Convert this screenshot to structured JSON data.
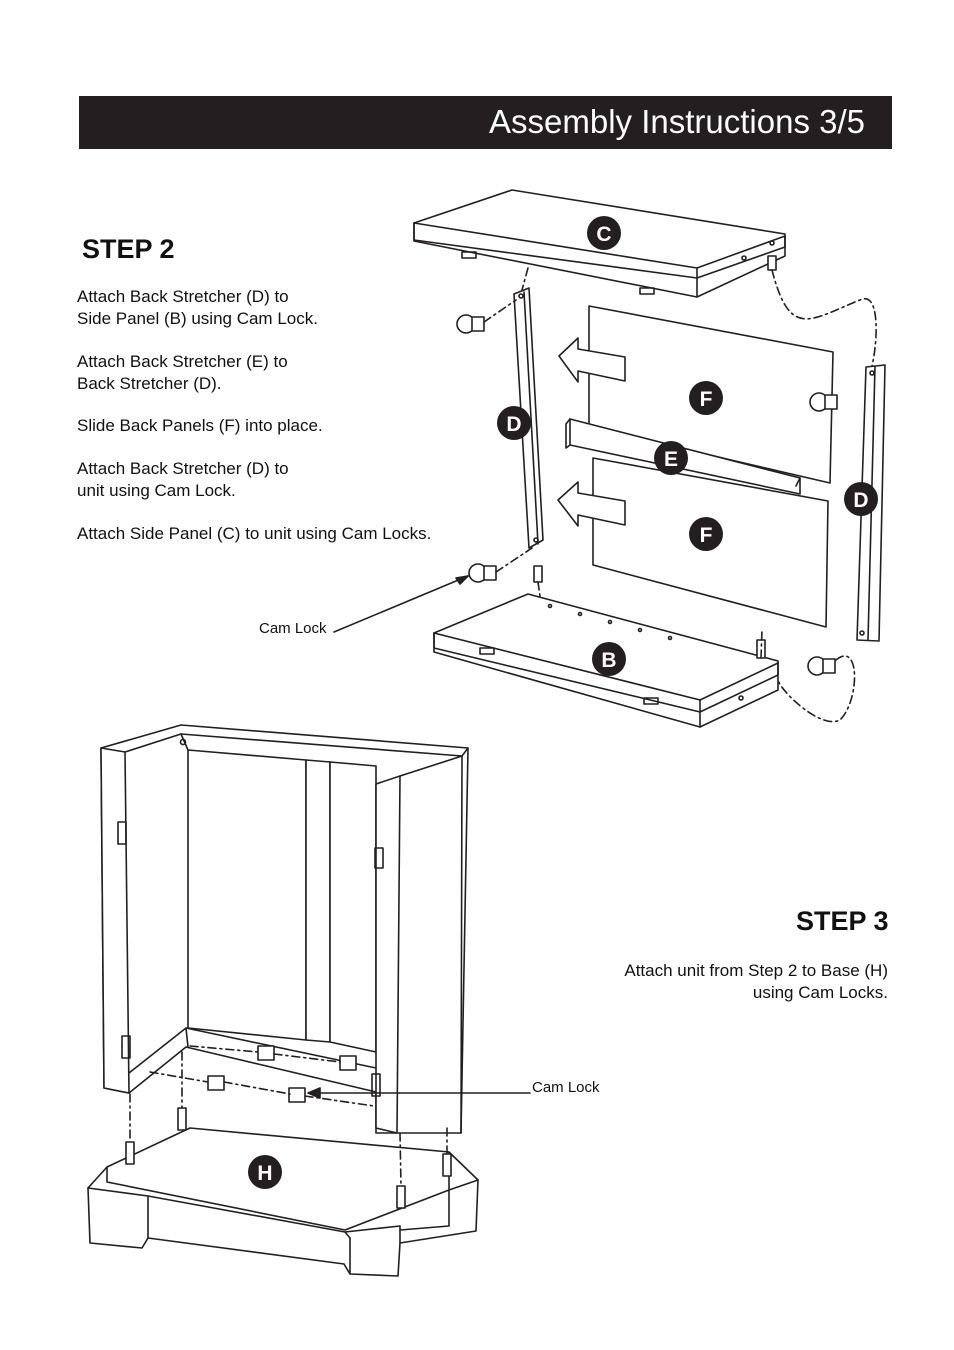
{
  "header": {
    "title": "Assembly Instructions 3/5"
  },
  "step2": {
    "title": "STEP 2",
    "instructions": [
      "Attach Back Stretcher (D) to",
      "Side Panel (B) using Cam Lock.",
      "Attach Back Stretcher (E) to",
      "Back Stretcher (D).",
      "Slide Back Panels (F) into place.",
      "Attach Back Stretcher (D) to",
      "unit using Cam Lock.",
      "Attach Side Panel (C) to unit using Cam Locks."
    ],
    "callout": "Cam Lock",
    "part_labels": {
      "c": "C",
      "d1": "D",
      "d2": "D",
      "e": "E",
      "f1": "F",
      "f2": "F",
      "b": "B"
    }
  },
  "step3": {
    "title": "STEP 3",
    "instructions": [
      "Attach unit from Step 2 to Base (H)",
      "using Cam Locks."
    ],
    "callout": "Cam Lock",
    "part_labels": {
      "h": "H"
    }
  },
  "colors": {
    "header_bg": "#231f20",
    "header_text": "#ffffff",
    "line": "#231f20"
  }
}
